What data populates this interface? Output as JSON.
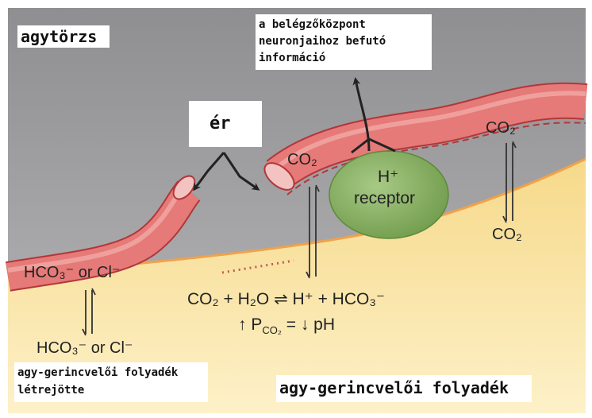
{
  "labels": {
    "brainstem": "agytörzs",
    "vessel": "ér",
    "info_line1": "a belégzőközpont",
    "info_line2": "neuronjaihoz befutó",
    "info_line3": "információ",
    "csf": "agy-gerincvelői folyadék",
    "csf_formation_line1": "agy-gerincvelői folyadék",
    "csf_formation_line2": "létrejötte"
  },
  "chemistry": {
    "left_top": "HCO₃⁻ or Cl⁻",
    "left_bottom": "HCO₃⁻ or Cl⁻",
    "co2_vessel": "CO₂",
    "co2_right_top": "CO₂",
    "co2_right_bottom": "CO₂",
    "receptor_line1": "H⁺",
    "receptor_line2": "receptor",
    "equation": "CO₂ + H₂O ⇌ H⁺ + HCO₃⁻",
    "relation_left": "↑ P",
    "relation_sub": "CO₂",
    "relation_right": "= ↓ pH"
  },
  "colors": {
    "brain_gray": "#9a9a9c",
    "csf_yellow": "#fbe7a3",
    "vessel_red": "#e57a78",
    "vessel_edge": "#b2373a",
    "receptor_green": "#8eb66a",
    "membrane_orange": "#f0a24a"
  }
}
